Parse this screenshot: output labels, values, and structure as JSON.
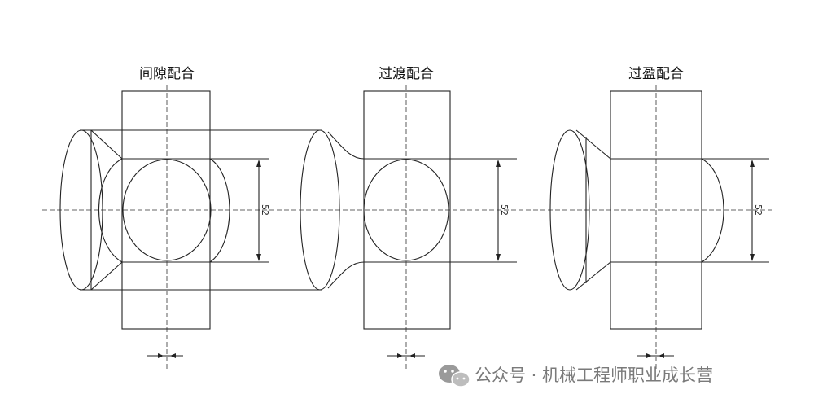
{
  "panels": [
    {
      "title": "间隙配合",
      "dimension": "52"
    },
    {
      "title": "过渡配合",
      "dimension": "52"
    },
    {
      "title": "过盈配合",
      "dimension": "52"
    }
  ],
  "watermark": {
    "text": "公众号 · 机械工程师职业成长营",
    "icon": "wechat-icon"
  }
}
